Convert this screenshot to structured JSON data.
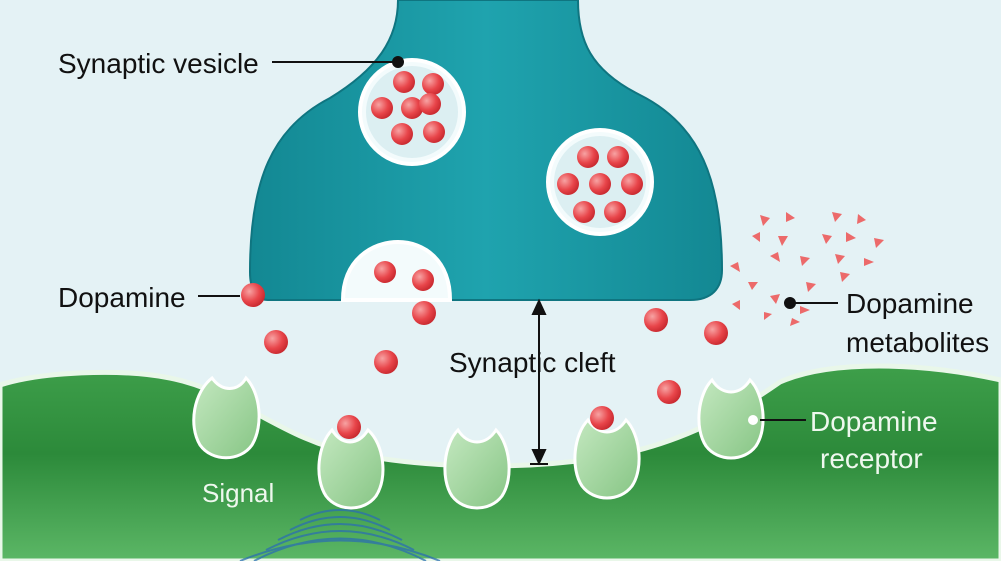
{
  "labels": {
    "synaptic_vesicle": "Synaptic vesicle",
    "dopamine": "Dopamine",
    "synaptic_cleft": "Synaptic cleft",
    "dopamine_metabolites_line1": "Dopamine",
    "dopamine_metabolites_line2": "metabolites",
    "dopamine_receptor_line1": "Dopamine",
    "dopamine_receptor_line2": "receptor",
    "signal": "Signal"
  },
  "colors": {
    "background": "#e4f2f5",
    "presynaptic_terminal": "#1b9aa6",
    "postsynaptic_membrane": "#2e8f3e",
    "receptor": "#a8d8a6",
    "dopamine": "#e8454a",
    "metabolite": "#ec6a6a",
    "vesicle_fill": "#f3fbfc"
  }
}
